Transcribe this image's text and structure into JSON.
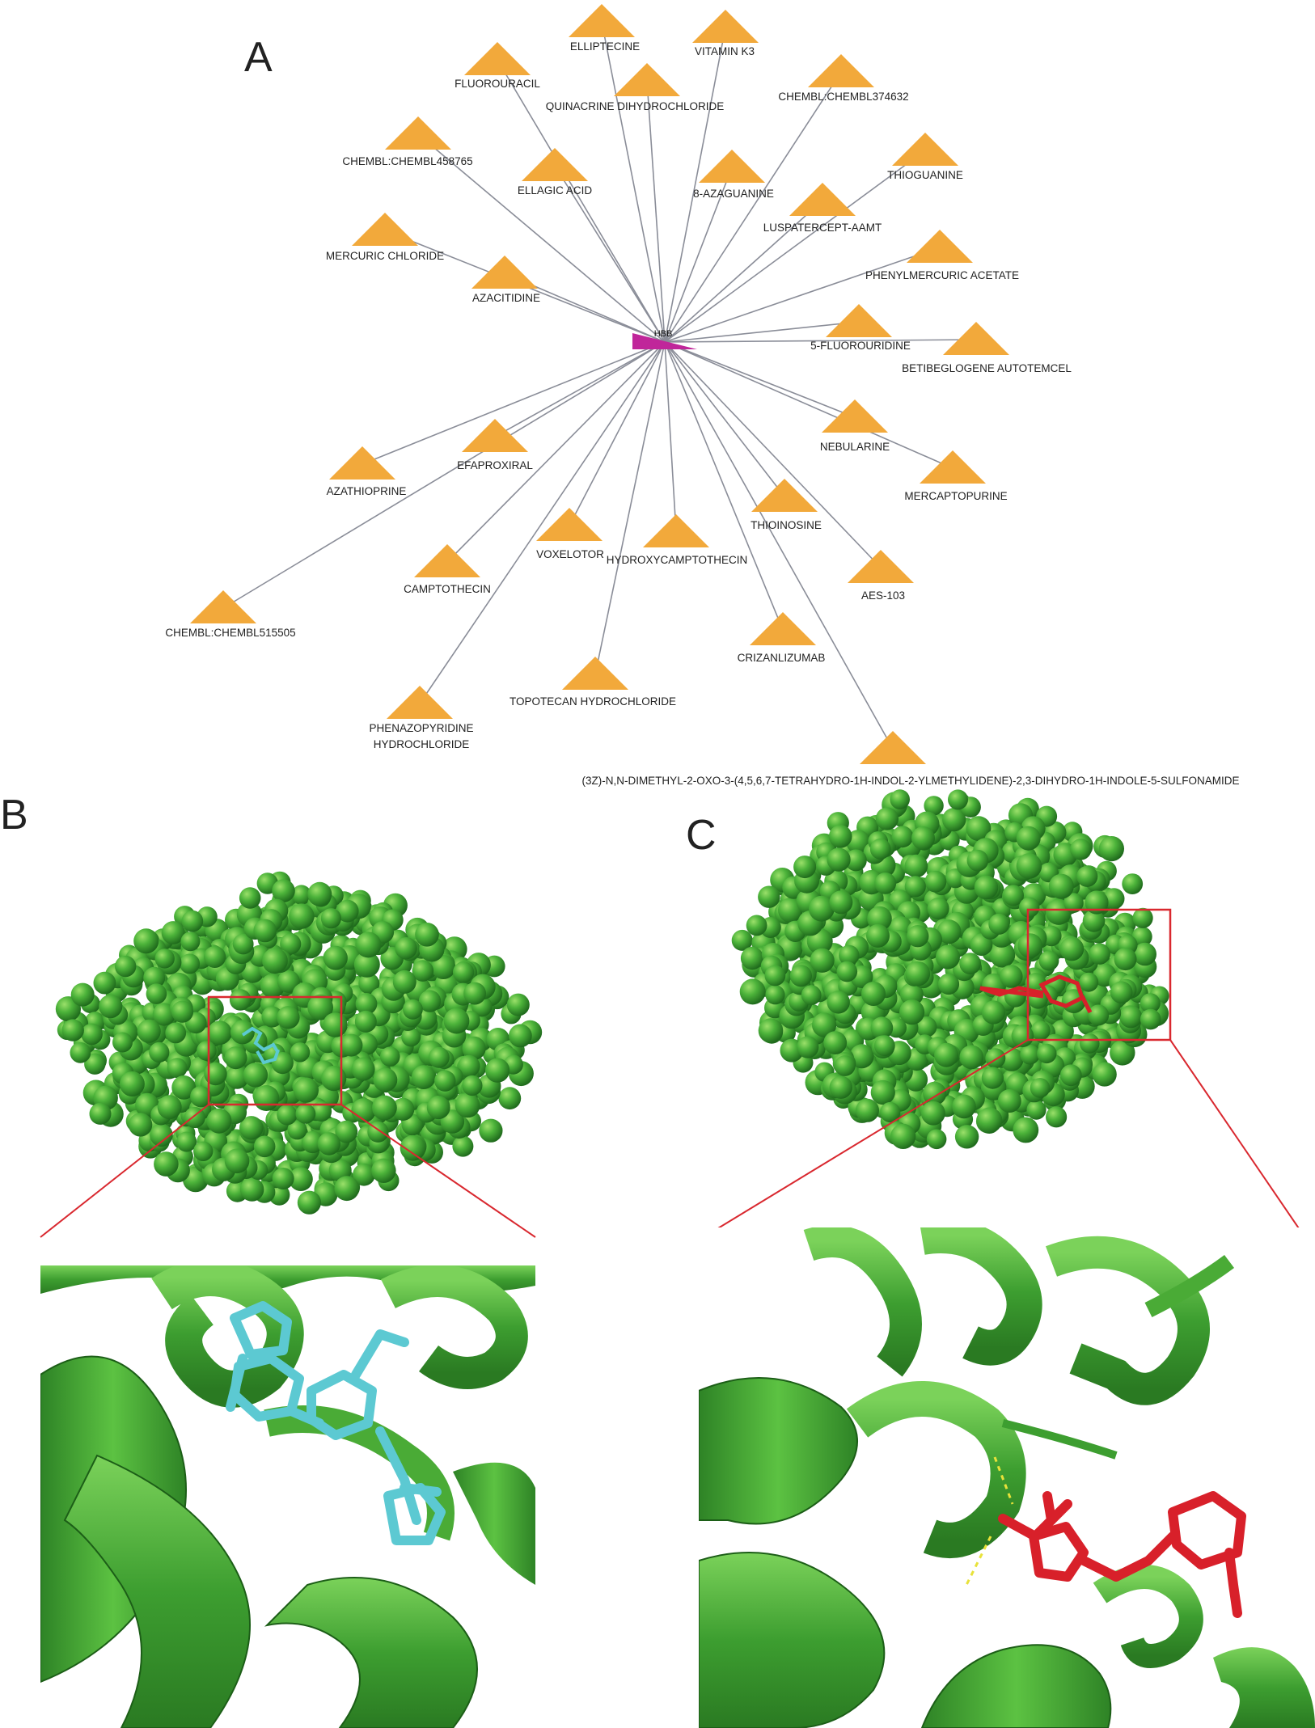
{
  "panel_a": {
    "letter": "A",
    "hub": {
      "label": "HBB",
      "color": "#c0269a"
    },
    "node_color": "#f2a93b",
    "edge_color": "#8a8d98",
    "drugs": [
      {
        "id": "ellipticine",
        "label": "ELLIPTECINE"
      },
      {
        "id": "vitamin-k3",
        "label": "VITAMIN K3"
      },
      {
        "id": "fluorouracil",
        "label": "FLUOROURACIL"
      },
      {
        "id": "quinacrine",
        "label": "QUINACRINE DIHYDROCHLORIDE"
      },
      {
        "id": "chembl374632",
        "label": "CHEMBL:CHEMBL374632"
      },
      {
        "id": "chembl458765",
        "label": "CHEMBL:CHEMBL458765"
      },
      {
        "id": "ellagic-acid",
        "label": "ELLAGIC ACID"
      },
      {
        "id": "8-azaguanine",
        "label": "8-AZAGUANINE"
      },
      {
        "id": "thioguanine",
        "label": "THIOGUANINE"
      },
      {
        "id": "luspatercept",
        "label": "LUSPATERCEPT-AAMT"
      },
      {
        "id": "mercuric-chloride",
        "label": "MERCURIC CHLORIDE"
      },
      {
        "id": "phenylmercuric-acetate",
        "label": "PHENYLMERCURIC ACETATE"
      },
      {
        "id": "azacitidine",
        "label": "AZACITIDINE"
      },
      {
        "id": "5-fluorouridine",
        "label": "5-FLUOROURIDINE"
      },
      {
        "id": "betibeglogene",
        "label": "BETIBEGLOGENE AUTOTEMCEL"
      },
      {
        "id": "nebularine",
        "label": "NEBULARINE"
      },
      {
        "id": "efaproxiral",
        "label": "EFAPROXIRAL"
      },
      {
        "id": "azathioprine",
        "label": "AZATHIOPRINE"
      },
      {
        "id": "mercaptopurine",
        "label": "MERCAPTOPURINE"
      },
      {
        "id": "thioinosine",
        "label": "THIOINOSINE"
      },
      {
        "id": "voxelotor",
        "label": "VOXELOTOR"
      },
      {
        "id": "hydroxycamptothecin",
        "label": "HYDROXYCAMPTOTHECIN"
      },
      {
        "id": "camptothecin",
        "label": "CAMPTOTHECIN"
      },
      {
        "id": "aes-103",
        "label": "AES-103"
      },
      {
        "id": "chembl515505",
        "label": "CHEMBL:CHEMBL515505"
      },
      {
        "id": "crizanlizumab",
        "label": "CRIZANLIZUMAB"
      },
      {
        "id": "topotecan",
        "label": "TOPOTECAN HYDROCHLORIDE"
      },
      {
        "id": "phenazopyridine",
        "label": "PHENAZOPYRIDINE",
        "label2": "HYDROCHLORIDE"
      },
      {
        "id": "indole-sulfonamide",
        "label": "(3Z)-N,N-DIMETHYL-2-OXO-3-(4,5,6,7-TETRAHYDRO-1H-INDOL-2-YLMETHYLIDENE)-2,3-DIHYDRO-1H-INDOLE-5-SULFONAMIDE"
      }
    ]
  },
  "panel_b": {
    "letter": "B",
    "protein_color": "#3aa33a",
    "ligand_color": "#5cc9d2",
    "box_color": "#d9282f"
  },
  "panel_c": {
    "letter": "C",
    "protein_color": "#3aa33a",
    "ligand_color": "#d8202a",
    "box_color": "#d9282f",
    "hbond_color": "#e8e23a"
  }
}
